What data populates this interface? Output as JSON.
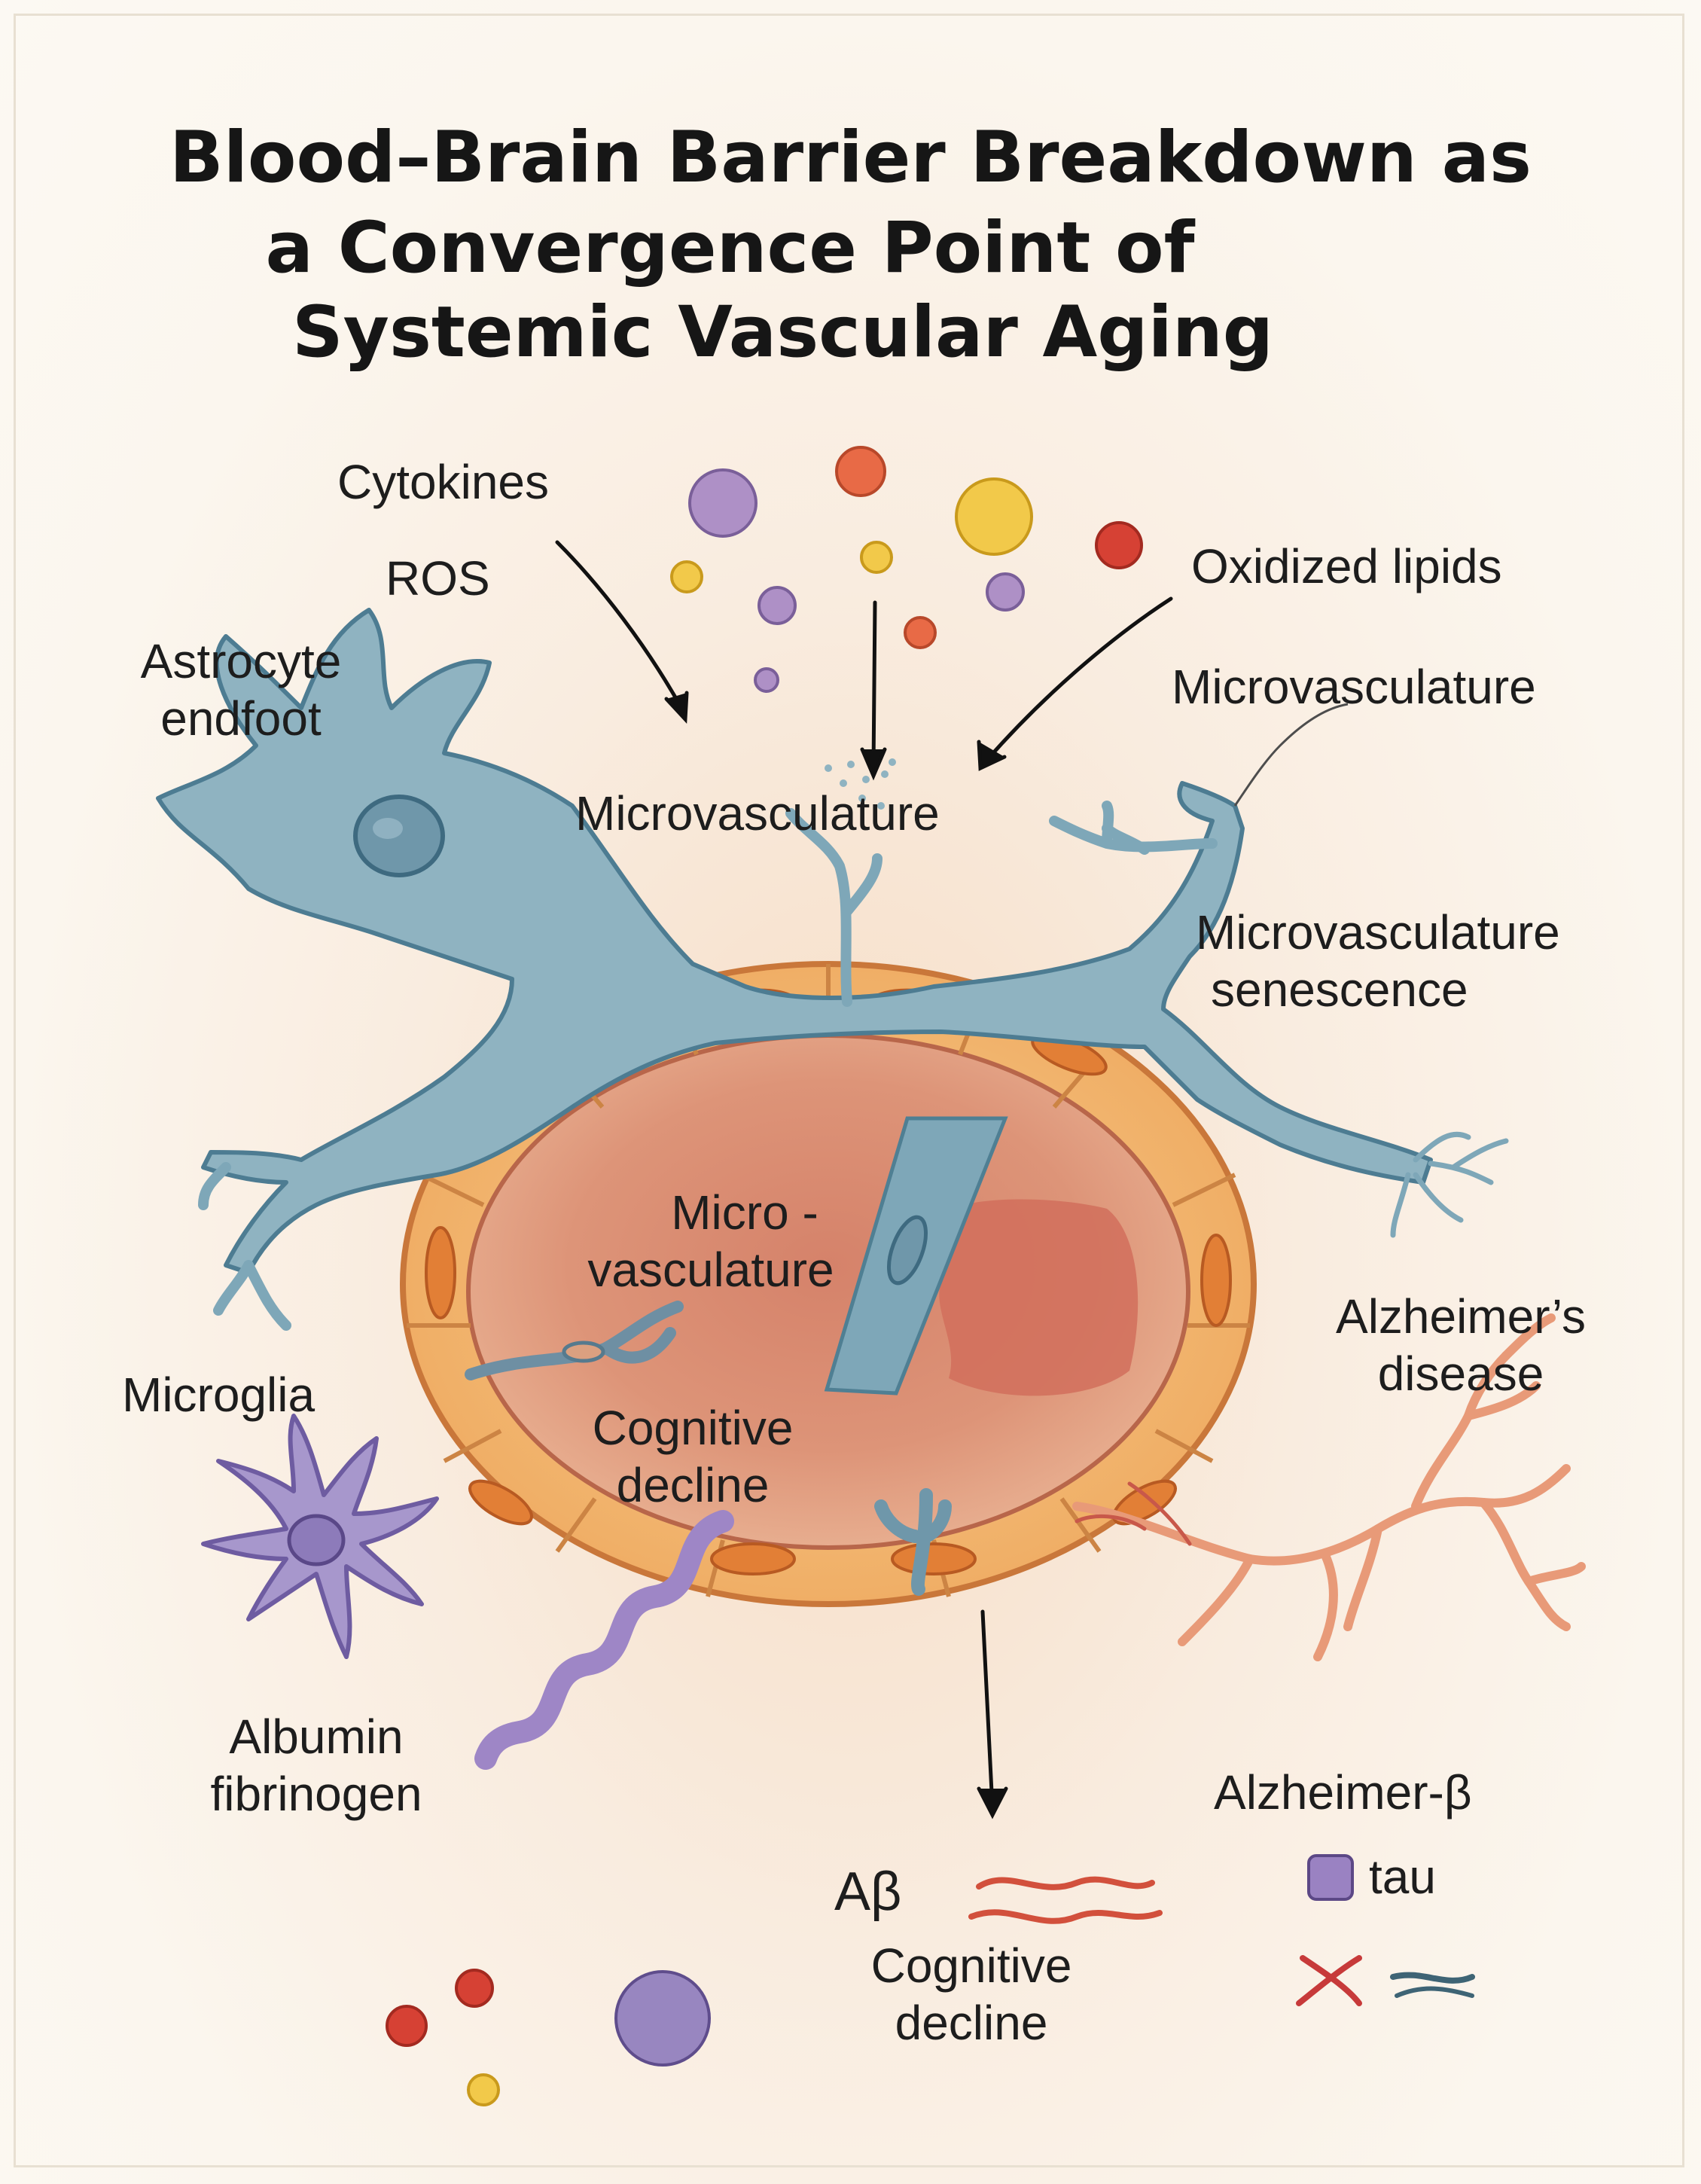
{
  "title": {
    "line1": "Blood–Brain Barrier Breakdown as",
    "line2": "a Convergence Point of",
    "line3": "Systemic Vascular Aging"
  },
  "labels": {
    "cytokines": "Cytokines",
    "ros": "ROS",
    "oxidized_lipids": "Oxidized lipids",
    "astrocyte_line1": "Astrocyte",
    "astrocyte_line2": "endfoot",
    "microvasculature_right": "Microvasculature",
    "microvasculature_top": "Microvasculature",
    "senescence_line1": "Microvasculature",
    "senescence_line2": "senescence",
    "micro_line1": "Micro -",
    "micro_line2": "vasculature",
    "alzheimers_line1": "Alzheimer’s",
    "alzheimers_line2": "disease",
    "microglia": "Microglia",
    "cognitive_inner_line1": "Cognitive",
    "cognitive_inner_line2": "decline",
    "albumin_line1": "Albumin",
    "albumin_line2": "fibrinogen",
    "alzheimer_beta": "Alzheimer-β",
    "abeta": "Aβ",
    "tau": "tau",
    "cognitive_bottom_line1": "Cognitive",
    "cognitive_bottom_line2": "decline"
  },
  "colors": {
    "astrocyte": "#8fb3c1",
    "microglia": "#a797cc",
    "vessel_wall": "#f2b26c",
    "lumen": "#d9866a",
    "abeta": "#d2503c",
    "neuron": "#e89a78"
  }
}
